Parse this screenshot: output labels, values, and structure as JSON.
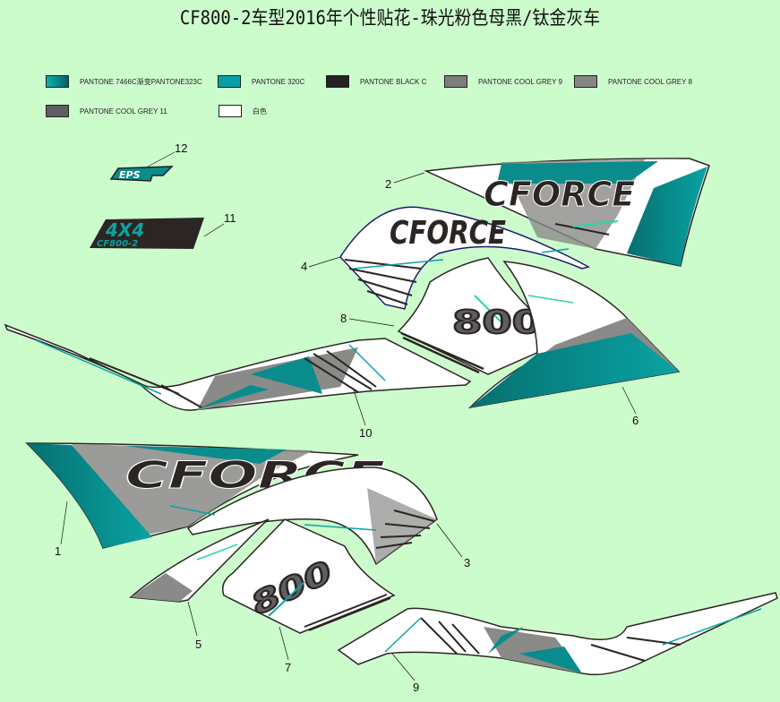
{
  "title": "CF800-2车型2016年个性贴花-珠光粉色母黑/钛金灰车",
  "legend": [
    {
      "label": "PANTONE 7466C渐变PANTONE323C",
      "color": "#0f9f9f",
      "gradient_to": "#066b6b"
    },
    {
      "label": "PANTONE 320C",
      "color": "#07a0a6"
    },
    {
      "label": "PANTONE BLACK C",
      "color": "#252223"
    },
    {
      "label": "PANTONE COOL GREY 9",
      "color": "#7d7d7b"
    },
    {
      "label": "PANTONE COOL GREY 8",
      "color": "#868684"
    },
    {
      "label": "PANTONE COOL GREY 11",
      "color": "#5f5e63"
    },
    {
      "label": "白色",
      "color": "#ffffff"
    }
  ],
  "colors": {
    "background": "#ccfccc",
    "teal": "#0a8c8c",
    "teal_light": "#0aa3a3",
    "mint": "#27d6a8",
    "grey": "#8a8a88",
    "black": "#2b2523",
    "outline_blue": "#1d1b6e"
  },
  "decals": {
    "graphic_text_cforce": "CFORCE",
    "graphic_text_800": "800",
    "graphic_text_4x4": "4X4",
    "graphic_text_model": "CF800-2",
    "graphic_text_eps": "EPS"
  },
  "callouts": [
    {
      "number": "1"
    },
    {
      "number": "2"
    },
    {
      "number": "3"
    },
    {
      "number": "4"
    },
    {
      "number": "5"
    },
    {
      "number": "6"
    },
    {
      "number": "7"
    },
    {
      "number": "8"
    },
    {
      "number": "9"
    },
    {
      "number": "10"
    },
    {
      "number": "11"
    },
    {
      "number": "12"
    }
  ]
}
